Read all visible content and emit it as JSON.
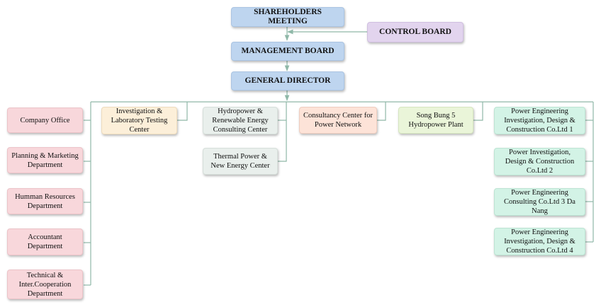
{
  "diagram": {
    "shareholders": "SHAREHOLDERS MEETING",
    "control_board": "CONTROL BOARD",
    "management_board": "MANAGEMENT BOARD",
    "general_director": "GENERAL DIRECTOR",
    "left_units": [
      "Company Office",
      "Planning & Marketing Department",
      "Humman Resources Department",
      "Accountant Department",
      "Technical & Inter.Cooperation Department"
    ],
    "investigation_center": "Investigation & Laboratory Testing Center",
    "hydropower_center": "Hydropower & Renewable Energy Consulting Center",
    "thermal_center": "Thermal Power & New Energy Center",
    "consultancy_center": "Consultancy Center for Power Network",
    "song_bung": "Song Bung 5 Hydropower Plant",
    "right_units": [
      "Power Engineering Investigation, Design & Construction Co.Ltd 1",
      "Power Investigation, Design & Construction Co.Ltd 2",
      "Power Engineering Consulting Co.Ltd 3 Da Nang",
      "Power Engineering Investigation, Design & Construction Co.Ltd 4"
    ],
    "colors": {
      "connector": "#8fb8a8",
      "executive": "#bed5ef",
      "control": "#e2d4ee",
      "department": "#f8d7db",
      "subsidiary": "#d3f3e6"
    }
  }
}
